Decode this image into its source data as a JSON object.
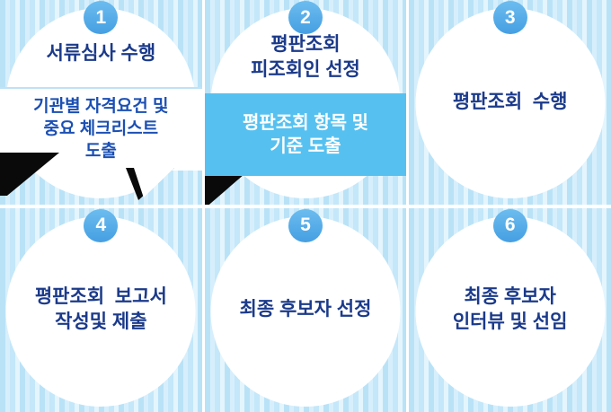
{
  "colors": {
    "badge_blue": "#459fe2",
    "title_navy": "#1b3a8a",
    "callout_blue_bg": "#56c1f0",
    "callout_text_blue": "#1b4fb3",
    "callout_text_white": "#ffffff",
    "stripe_base": "#c4e7f9"
  },
  "steps": [
    {
      "number": "1",
      "title": "서류심사 수행",
      "callout": "기관별 자격요건 및\n중요 체크리스트\n도출"
    },
    {
      "number": "2",
      "title": "평판조회\n피조회인 선정",
      "callout": "평판조회 항목 및\n기준 도출"
    },
    {
      "number": "3",
      "title": "평판조회  수행"
    },
    {
      "number": "4",
      "title": "평판조회  보고서\n작성및 제출"
    },
    {
      "number": "5",
      "title": "최종 후보자 선정"
    },
    {
      "number": "6",
      "title": "최종 후보자\n인터뷰 및 선임"
    }
  ]
}
